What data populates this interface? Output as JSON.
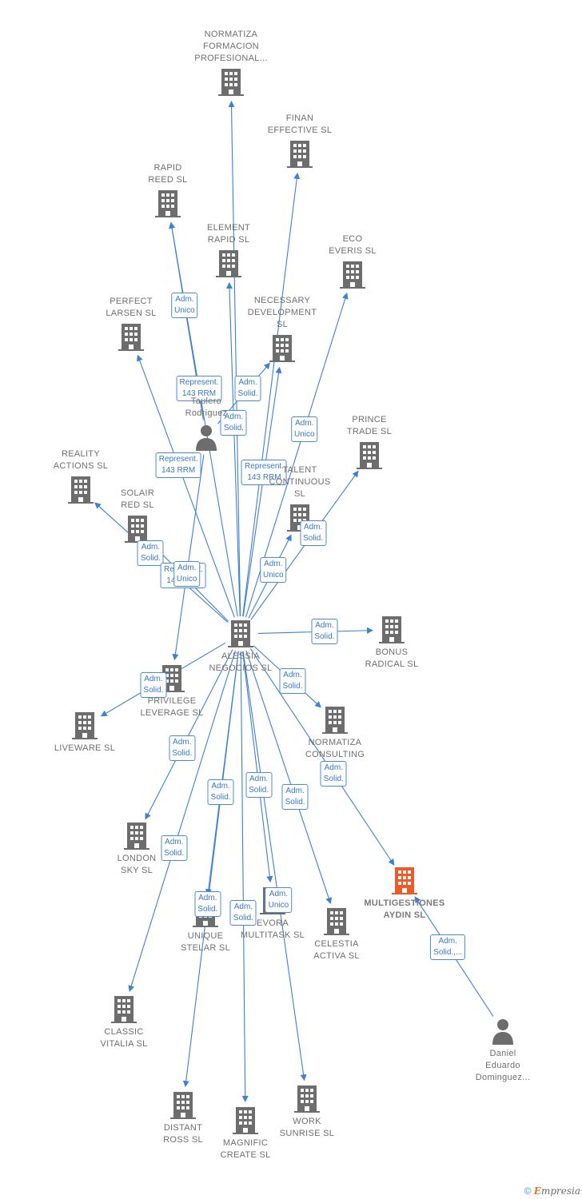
{
  "colors": {
    "edge": "#3f7fd4",
    "building": "#6d6d6d",
    "highlight": "#f05a28",
    "person": "#6d6d6d"
  },
  "nodes": [
    {
      "id": "center",
      "label": "ALESSIA\nNEGOCIOS SL",
      "icon": "building-icon"
    },
    {
      "id": "normatiza_form",
      "label": "NORMATIZA\nFORMACION\nPROFESIONAL...",
      "icon": "building-icon"
    },
    {
      "id": "finan",
      "label": "FINAN\nEFFECTIVE SL",
      "icon": "building-icon"
    },
    {
      "id": "rapid_reed",
      "label": "RAPID\nREED SL",
      "icon": "building-icon"
    },
    {
      "id": "element",
      "label": "ELEMENT\nRAPID SL",
      "icon": "building-icon"
    },
    {
      "id": "eco",
      "label": "ECO\nEVERIS SL",
      "icon": "building-icon"
    },
    {
      "id": "perfect",
      "label": "PERFECT\nLARSEN SL",
      "icon": "building-icon"
    },
    {
      "id": "necessary",
      "label": "NECESSARY\nDEVELOPMENT\nSL",
      "icon": "building-icon"
    },
    {
      "id": "taulero",
      "label": "Taulero\nRodriguez",
      "icon": "person-icon"
    },
    {
      "id": "prince",
      "label": "PRINCE\nTRADE SL",
      "icon": "building-icon"
    },
    {
      "id": "reality",
      "label": "REALITY\nACTIONS SL",
      "icon": "building-icon"
    },
    {
      "id": "solair",
      "label": "SOLAIR\nRED SL",
      "icon": "building-icon"
    },
    {
      "id": "talent",
      "label": "TALENT\nCONTINUOUS\nSL",
      "icon": "building-icon"
    },
    {
      "id": "bonus",
      "label": "BONUS\nRADICAL SL",
      "icon": "building-icon"
    },
    {
      "id": "privilege",
      "label": "PRIVILEGE\nLEVERAGE SL",
      "icon": "building-icon"
    },
    {
      "id": "liveware",
      "label": "LIVEWARE SL",
      "icon": "building-icon"
    },
    {
      "id": "normatiza_cons",
      "label": "NORMATIZA\nCONSULTING",
      "icon": "building-icon"
    },
    {
      "id": "london",
      "label": "LONDON\nSKY SL",
      "icon": "building-icon"
    },
    {
      "id": "multi",
      "label": "MULTIGESTIONES\nAYDIN SL",
      "icon": "building-icon",
      "highlight": true
    },
    {
      "id": "unique",
      "label": "UNIQUE\nSTELAR SL",
      "icon": "building-icon"
    },
    {
      "id": "evora",
      "label": "EVORA\nMULTITASK SL",
      "icon": "building-icon"
    },
    {
      "id": "celestia",
      "label": "CELESTIA\nACTIVA SL",
      "icon": "building-icon"
    },
    {
      "id": "classic",
      "label": "CLASSIC\nVITALIA SL",
      "icon": "building-icon"
    },
    {
      "id": "daniel",
      "label": "Daniel\nEduardo\nDominguez...",
      "icon": "person-icon"
    },
    {
      "id": "distant",
      "label": "DISTANT\nROSS SL",
      "icon": "building-icon"
    },
    {
      "id": "magnific",
      "label": "MAGNIFIC\nCREATE SL",
      "icon": "building-icon"
    },
    {
      "id": "work",
      "label": "WORK\nSUNRISE SL",
      "icon": "building-icon"
    }
  ],
  "edges": [
    {
      "from": "center",
      "to": "normatiza_form",
      "label": ""
    },
    {
      "from": "center",
      "to": "finan",
      "label": ""
    },
    {
      "from": "center",
      "to": "rapid_reed",
      "label": "Represent.\n143 RRM"
    },
    {
      "from": "center",
      "to": "element",
      "label": "Adm.\nSolid."
    },
    {
      "from": "center",
      "to": "eco",
      "label": "Adm.\nUnico"
    },
    {
      "from": "center",
      "to": "perfect",
      "label": "Represent.\n143 RRM"
    },
    {
      "from": "center",
      "to": "necessary",
      "label": "Represent.\n143 RRM"
    },
    {
      "from": "taulero",
      "to": "necessary",
      "label": "Adm.\nSolid."
    },
    {
      "from": "taulero",
      "to": "rapid_reed",
      "label": "Adm.\nUnico"
    },
    {
      "from": "center",
      "to": "prince",
      "label": "Adm.\nSolid."
    },
    {
      "from": "center",
      "to": "reality",
      "label": "Adm.\nSolid."
    },
    {
      "from": "center",
      "to": "solair",
      "label": "Represent.\n143 RRM"
    },
    {
      "from": "center",
      "to": "talent",
      "label": "Adm.\nUnico"
    },
    {
      "from": "center",
      "to": "bonus",
      "label": "Adm.\nSolid."
    },
    {
      "from": "taulero",
      "to": "privilege",
      "label": "Adm.\nUnico"
    },
    {
      "from": "center",
      "to": "liveware",
      "label": "Adm.\nSolid."
    },
    {
      "from": "center",
      "to": "normatiza_cons",
      "label": "Adm.\nSolid."
    },
    {
      "from": "center",
      "to": "london",
      "label": "Adm.\nSolid."
    },
    {
      "from": "center",
      "to": "multi",
      "label": "Adm.\nSolid."
    },
    {
      "from": "center",
      "to": "unique",
      "label": "Adm.\nSolid."
    },
    {
      "from": "center",
      "to": "evora",
      "label": "Adm.\nSolid."
    },
    {
      "from": "center",
      "to": "celestia",
      "label": "Adm.\nSolid."
    },
    {
      "from": "center",
      "to": "classic",
      "label": "Adm.\nSolid."
    },
    {
      "from": "center",
      "to": "distant",
      "label": "Adm.\nSolid."
    },
    {
      "from": "center",
      "to": "magnific",
      "label": "Adm.\nSolid."
    },
    {
      "from": "center",
      "to": "work",
      "label": "Adm.\nUnico"
    },
    {
      "from": "daniel",
      "to": "multi",
      "label": "Adm.\nSolid.,..."
    }
  ],
  "watermark": {
    "symbol": "©",
    "brand_initial": "E",
    "brand_rest": "mpresia"
  }
}
